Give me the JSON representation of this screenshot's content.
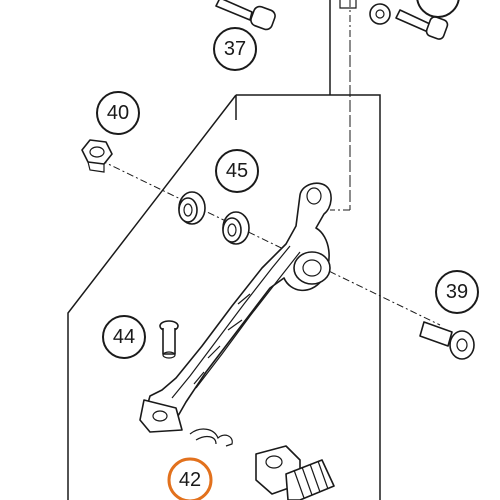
{
  "callouts": {
    "c37": "37",
    "c40": "40",
    "c45": "45",
    "c39": "39",
    "c44": "44",
    "c42": "42"
  },
  "colors": {
    "line": "#1a1a1a",
    "highlight": "#e2711d",
    "background": "#ffffff"
  }
}
